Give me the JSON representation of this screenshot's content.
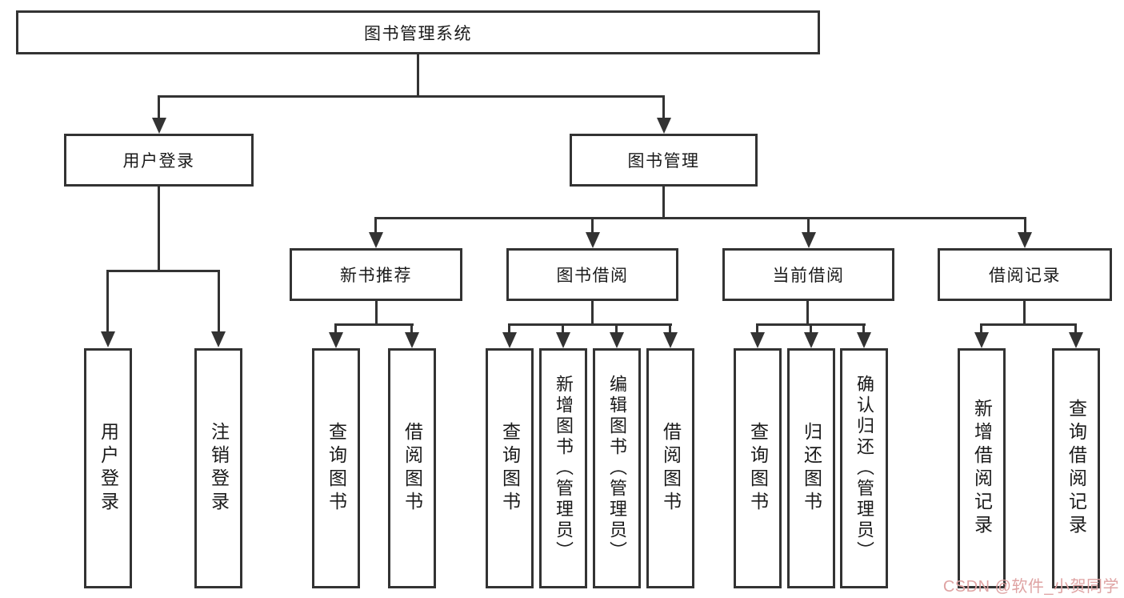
{
  "tree": {
    "root": {
      "label": "图书管理系统"
    },
    "branches": [
      {
        "label": "用户登录",
        "children": [
          {
            "label": "用户登录"
          },
          {
            "label": "注销登录"
          }
        ]
      },
      {
        "label": "图书管理",
        "children": [
          {
            "label": "新书推荐",
            "children": [
              {
                "label": "查询图书"
              },
              {
                "label": "借阅图书"
              }
            ]
          },
          {
            "label": "图书借阅",
            "children": [
              {
                "label": "查询图书"
              },
              {
                "label": "新增图书（管理员）"
              },
              {
                "label": "编辑图书（管理员）"
              },
              {
                "label": "借阅图书"
              }
            ]
          },
          {
            "label": "当前借阅",
            "children": [
              {
                "label": "查询图书"
              },
              {
                "label": "归还图书"
              },
              {
                "label": "确认归还（管理员）"
              }
            ]
          },
          {
            "label": "借阅记录",
            "children": [
              {
                "label": "新增借阅记录"
              },
              {
                "label": "查询借阅记录"
              }
            ]
          }
        ]
      }
    ]
  },
  "watermark": {
    "text": "CSDN @软件_小贺同学"
  },
  "colors": {
    "line": "#333333",
    "text": "#1a1a1a",
    "background": "#ffffff",
    "watermark": "#dfa3a3"
  }
}
